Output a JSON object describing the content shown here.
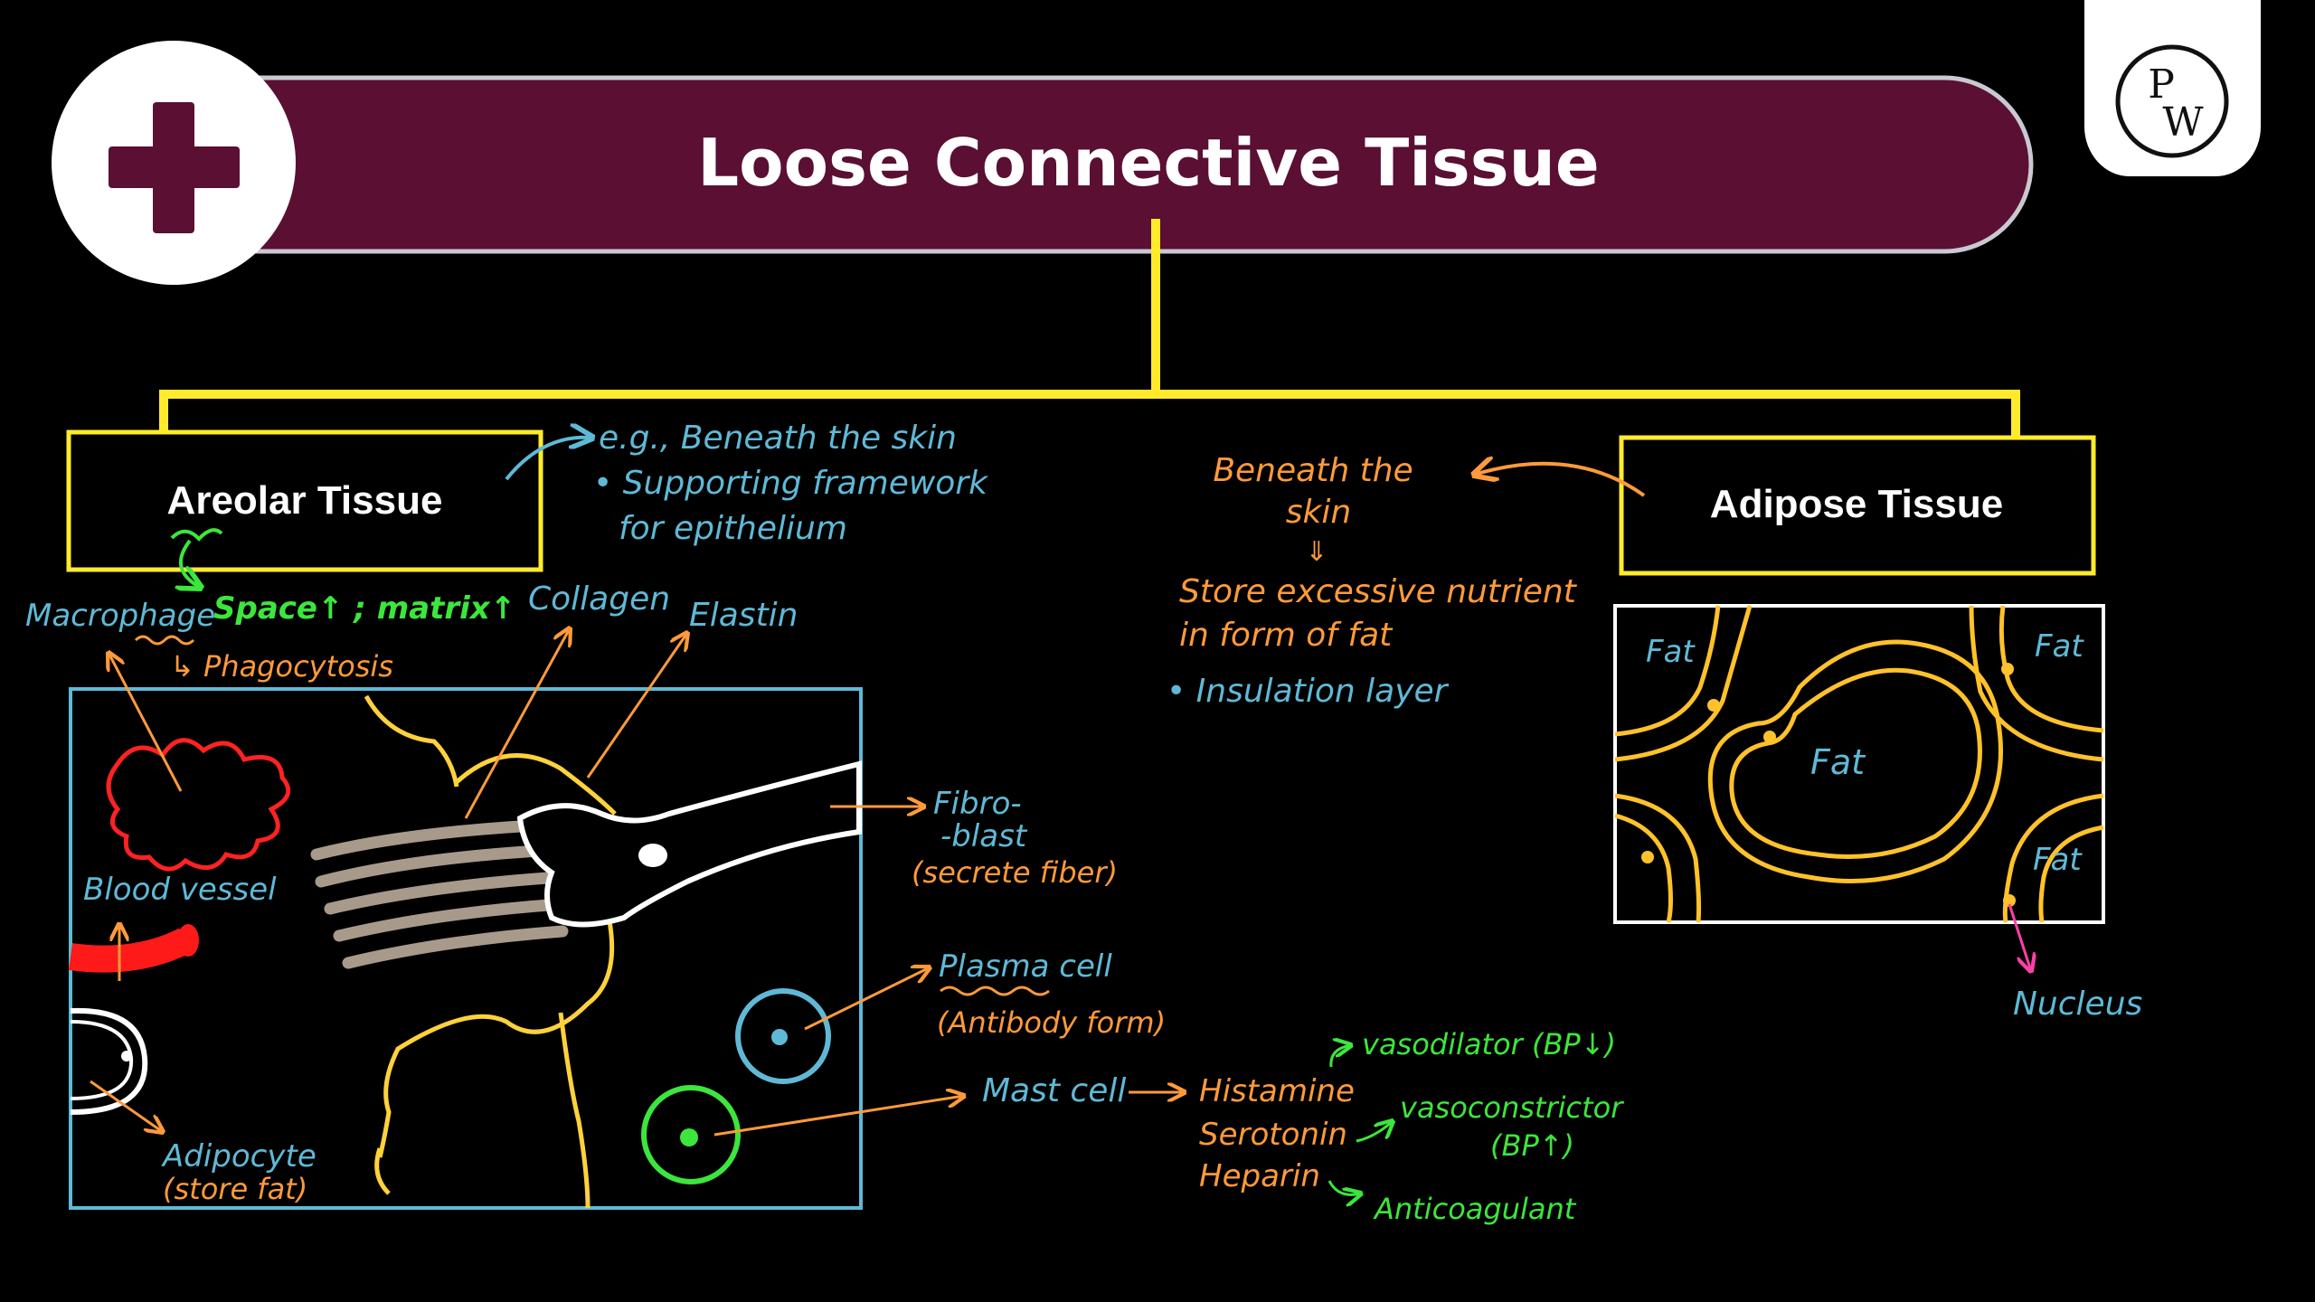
{
  "title": "Loose Connective Tissue",
  "logo": {
    "letters": "PW",
    "top": "P",
    "bottom": "W"
  },
  "icons": {
    "header_left": "medical-plus-icon"
  },
  "colors": {
    "background": "#000000",
    "title_bar": "#5a0f33",
    "title_bar_border": "#c9c9d2",
    "connector": "#ffeb2b",
    "blue_note": "#5fb9d6",
    "orange_note": "#ff9a3a",
    "green_note": "#3ce63c",
    "pink_note": "#ff3fa8",
    "fat_cell_line": "#ffc22a",
    "macrophage": "#ff2222",
    "collagen": "#a89a8a"
  },
  "areolar": {
    "label": "Areolar Tissue",
    "notes": {
      "example_line1": "e.g., Beneath the skin",
      "example_line2": "• Supporting framework",
      "example_line3": "for epithelium"
    },
    "space_matrix": "Space↑ ; matrix↑",
    "macrophage": "Macrophage",
    "phagocytosis": "↳ Phagocytosis",
    "collagen": "Collagen",
    "elastin": "Elastin",
    "fibroblast_line1": "Fibro-",
    "fibroblast_line2": "-blast",
    "fibroblast_line3": "(secrete fiber)",
    "plasma_cell": "Plasma cell",
    "antibody": "(Antibody form)",
    "mast_cell": "Mast cell",
    "blood_vessel": "Blood vessel",
    "adipocyte_line1": "Adipocyte",
    "adipocyte_line2": "(store fat)",
    "mast_products": {
      "histamine": "Histamine",
      "serotonin": "Serotonin",
      "heparin": "Heparin",
      "vasodilator": "vasodilator (BP↓)",
      "vasoconstrictor_line1": "vasoconstrictor",
      "vasoconstrictor_line2": "(BP↑)",
      "anticoagulant": "Anticoagulant"
    }
  },
  "adipose": {
    "label": "Adipose Tissue",
    "beneath_line1": "Beneath the",
    "beneath_line2": "skin",
    "down_arrow": "⇓",
    "store_line1": "Store excessive nutrient",
    "store_line2": "in form of fat",
    "insulation": "• Insulation layer",
    "fat_labels": [
      "Fat",
      "Fat",
      "Fat",
      "Fat"
    ],
    "nucleus": "Nucleus"
  }
}
